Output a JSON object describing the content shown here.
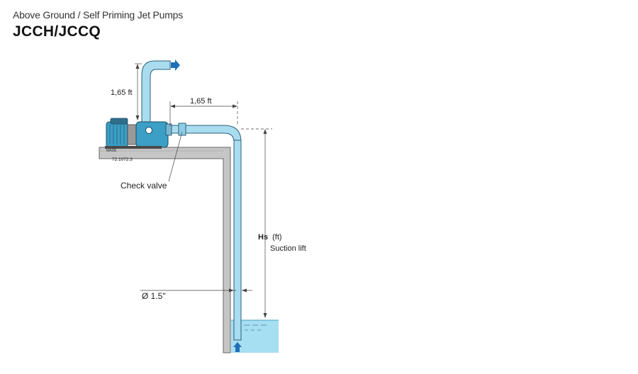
{
  "header": {
    "subtitle": "Above Ground / Self Priming Jet Pumps",
    "title": "JCCH/JCCQ"
  },
  "diagram": {
    "dim_vertical_label": "1,65 ft",
    "dim_horizontal_label": "1,65 ft",
    "check_valve_label": "Check valve",
    "model_code": "72.1072.3",
    "suction_lift_symbol": "Hs",
    "suction_lift_unit": "(ft)",
    "suction_lift_label": "Suction lift",
    "pipe_diameter_label": "Ø 1.5\""
  },
  "colors": {
    "pipe": "#a9dcef",
    "pipe_outline": "#2a5f78",
    "wall": "#c6c6c6",
    "water": "#a6def2",
    "pump_body": "#3b9fc6",
    "arrow": "#1f6fb8"
  },
  "icons": {
    "discharge_arrow": "arrow-right-icon",
    "inflow_arrow": "arrow-up-icon"
  }
}
